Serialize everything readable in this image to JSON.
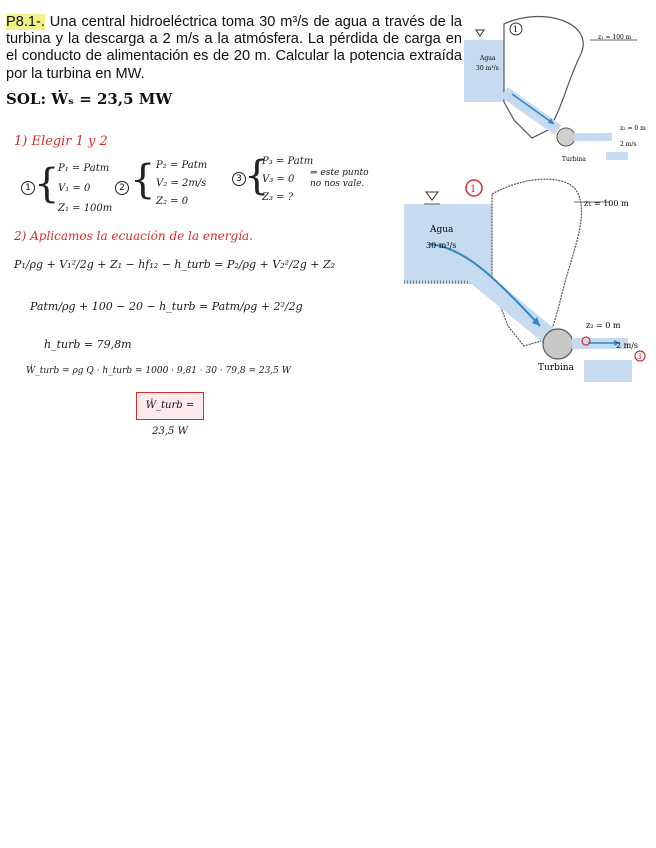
{
  "problem": {
    "code": "P8.1-.",
    "text": " Una central hidroeléctrica toma 30 m³/s de agua a través de la turbina y la descarga a 2 m/s a la atmósfera. La pérdida de carga en el conducto de alimentación es de 20 m. Calcular la potencia extraída por la turbina en MW.",
    "solution": "SOL: Ẇₛ = 23,5 MW"
  },
  "steps": {
    "step1_title": "1) Elegir 1 y 2",
    "point1": [
      "P₁ = Patm",
      "V₁ = 0",
      "Z₁ = 100m"
    ],
    "point2": [
      "P₂ = Patm",
      "V₂ = 2m/s",
      "Z₂ = 0"
    ],
    "point3": [
      "P₃ = Patm",
      "V₃ = 0",
      "Z₃ = ?"
    ],
    "note": "⇒ este punto no nos vale.",
    "step2_title": "2) Aplicamos la ecuación de la energía.",
    "eq1": "P₁/ρg + V₁²/2g + Z₁ − hf₁₂ − h_turb = P₂/ρg + V₂²/2g + Z₂",
    "eq2": "Patm/ρg + 100 − 20 − h_turb = Patm/ρg + 2²/2g",
    "eq3": "h_turb = 79,8m",
    "eq4": "Ẇ_turb = ρg Q · h_turb = 1000 · 9,81 · 30 · 79,8 = 23,5 W",
    "result": "Ẇ_turb = 23,5 W"
  },
  "figure": {
    "z1": "z₁ = 100 m",
    "z2": "z₂ = 0 m",
    "water": "Agua",
    "flow": "30 m³/s",
    "speed": "2 m/s",
    "turbine": "Turbina",
    "marker1": "1",
    "marker2": "2",
    "marker3": "3"
  },
  "colors": {
    "highlight": "#f4f089",
    "water": "#c6dbef",
    "annotation_red": "#d62b2b",
    "arrow_blue": "#2f86c8"
  }
}
